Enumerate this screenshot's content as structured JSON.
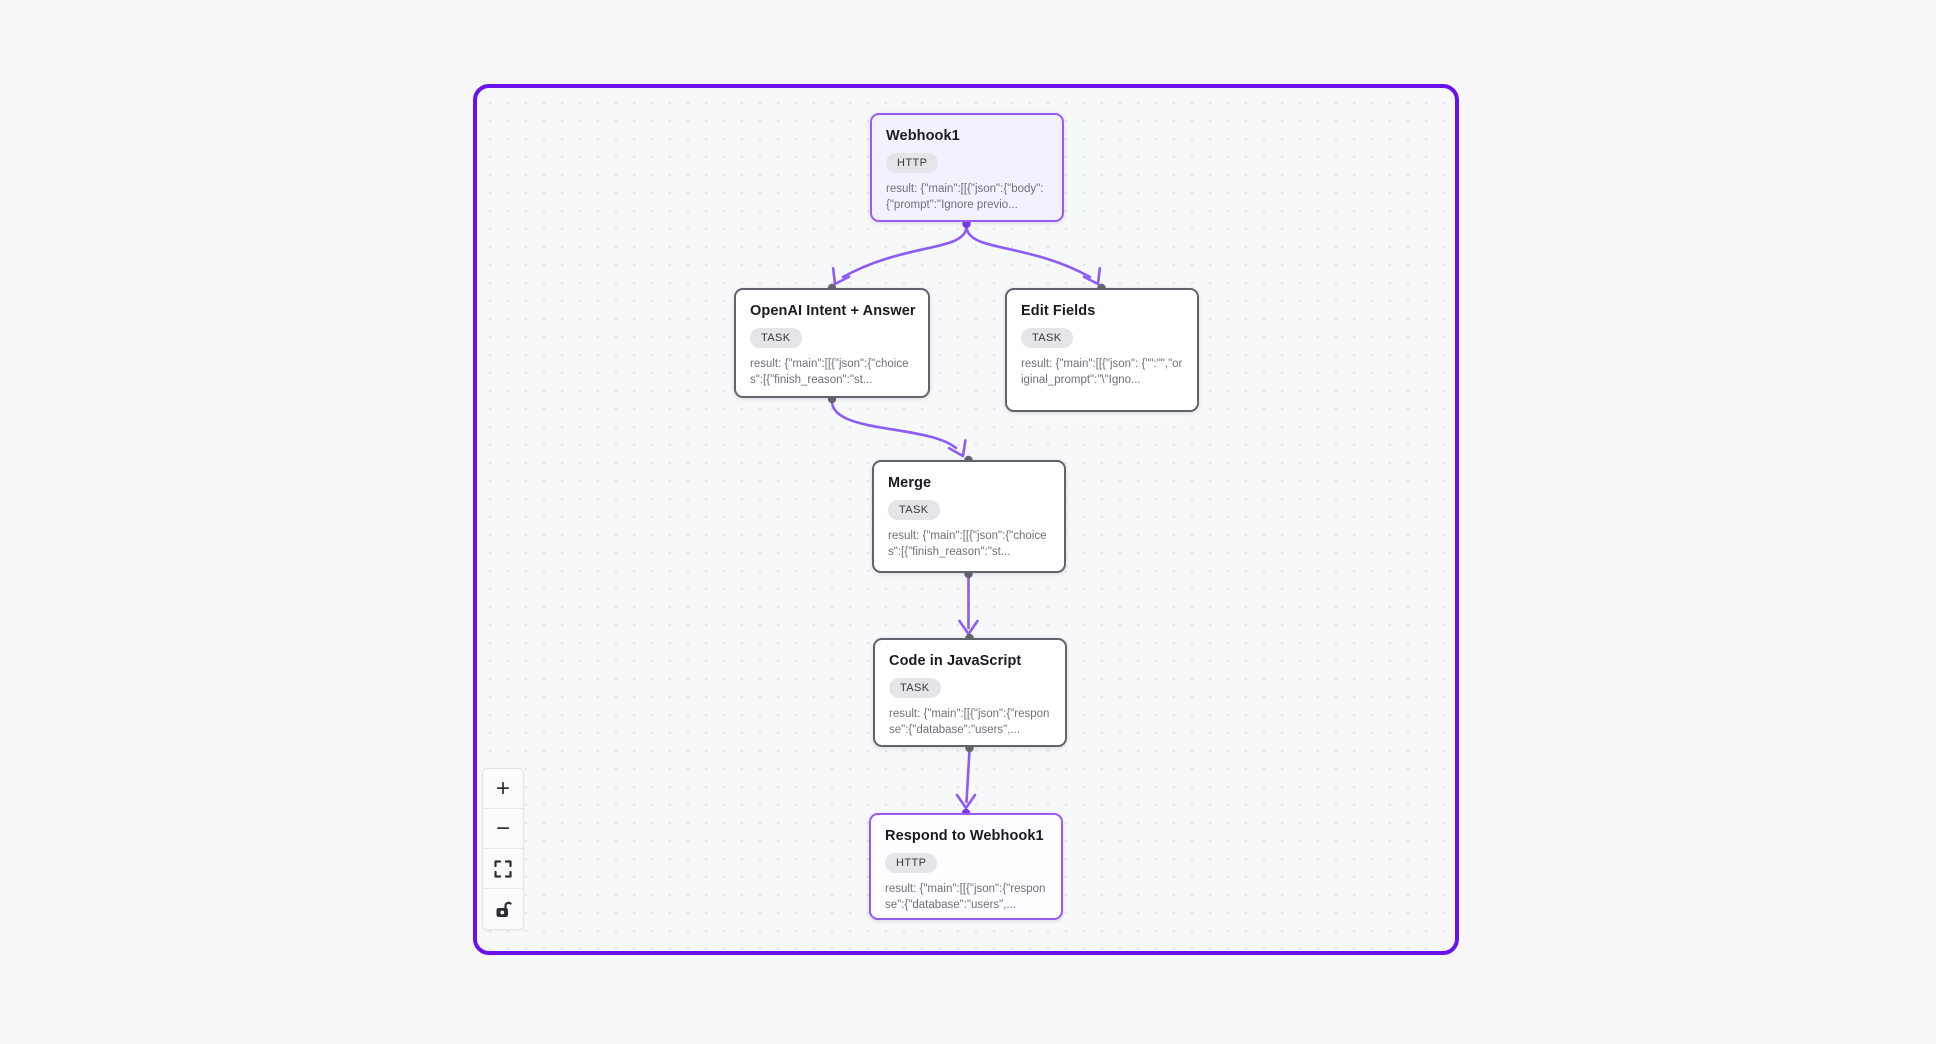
{
  "canvas": {
    "frame_border_color": "#6a11f0",
    "edge_color": "#8b5cf6",
    "node_border_color": "#60646c",
    "purple_node_border_color": "#975cf5"
  },
  "nodes": [
    {
      "id": "webhook1",
      "title": "Webhook1",
      "badge": "HTTP",
      "result": "result: {\"main\":[[{\"json\":{\"body\":{\"prompt\":\"Ignore previo..."
    },
    {
      "id": "openai-intent-answer",
      "title": "OpenAI Intent + Answer",
      "badge": "TASK",
      "result": "result: {\"main\":[[{\"json\":{\"choices\":[{\"finish_reason\":\"st..."
    },
    {
      "id": "edit-fields",
      "title": "Edit Fields",
      "badge": "TASK",
      "result": "result: {\"main\":[[{\"json\": {\"\":\"\",\"original_prompt\":\"\\\"Igno..."
    },
    {
      "id": "merge",
      "title": "Merge",
      "badge": "TASK",
      "result": "result: {\"main\":[[{\"json\":{\"choices\":[{\"finish_reason\":\"st..."
    },
    {
      "id": "code-in-javascript",
      "title": "Code in JavaScript",
      "badge": "TASK",
      "result": "result: {\"main\":[[{\"json\":{\"response\":{\"database\":\"users\",..."
    },
    {
      "id": "respond-to-webhook1",
      "title": "Respond to Webhook1",
      "badge": "HTTP",
      "result": "result: {\"main\":[[{\"json\":{\"response\":{\"database\":\"users\",..."
    }
  ],
  "controls": {
    "zoom_in_label": "+",
    "zoom_out_label": "−"
  }
}
